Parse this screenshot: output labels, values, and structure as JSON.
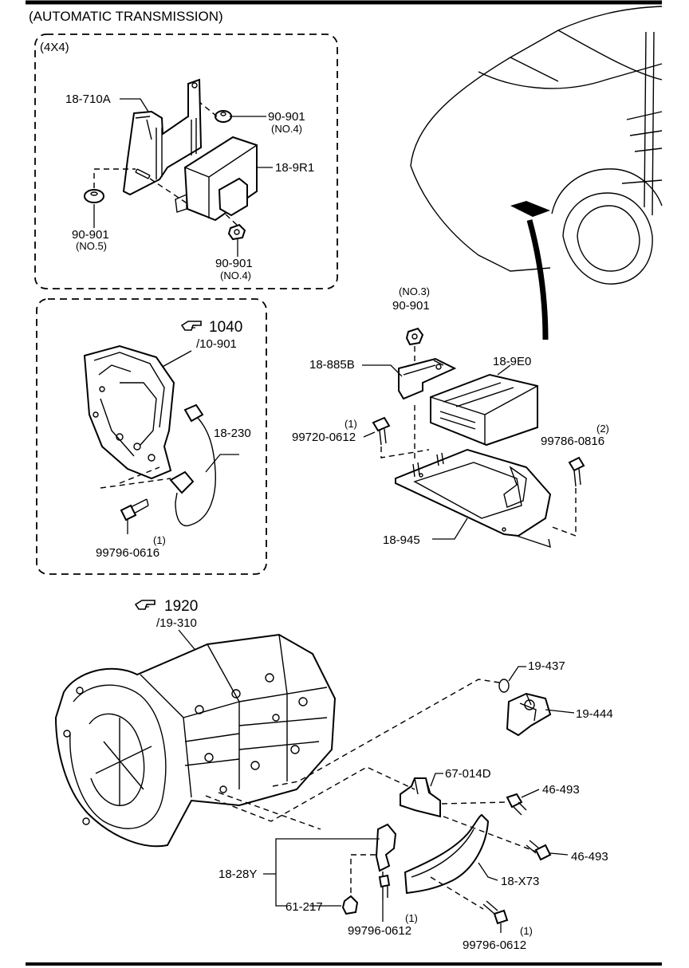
{
  "title": "(AUTOMATIC TRANSMISSION)",
  "box_4x4": {
    "title": "(4X4)",
    "labels": {
      "bracket": "18-710A",
      "nut_top": "90-901",
      "nut_top_note": "(NO.4)",
      "module": "18-9R1",
      "nut_left": "90-901",
      "nut_left_note": "(NO.5)",
      "nut_bottom": "90-901",
      "nut_bottom_note": "(NO.4)"
    }
  },
  "box_sensor": {
    "ref_number": "1040",
    "ref_sub": "/10-901",
    "labels": {
      "sensor": "18-230",
      "bolt": "99796-0616",
      "bolt_qty": "(1)"
    }
  },
  "pcm_group": {
    "labels": {
      "nut_note": "(NO.3)",
      "nut": "90-901",
      "bracket": "18-885B",
      "pcm": "18-9E0",
      "bolt_left_qty": "(1)",
      "bolt_left": "99720-0612",
      "bolt_right_qty": "(2)",
      "bolt_right": "99786-0816",
      "tray": "18-945"
    }
  },
  "transmission_group": {
    "ref_number": "1920",
    "ref_sub": "/19-310",
    "labels": {
      "oring": "19-437",
      "switch": "19-444",
      "bracket": "67-014D",
      "bolt_a": "46-493",
      "bolt_b": "46-493",
      "harness_bracket": "18-28Y",
      "cover": "18-X73",
      "clip": "61-217",
      "bolt_c": "99796-0612",
      "bolt_c_qty": "(1)",
      "bolt_d": "99796-0612",
      "bolt_d_qty": "(1)"
    }
  },
  "icons": [
    "pointing-hand-icon"
  ]
}
